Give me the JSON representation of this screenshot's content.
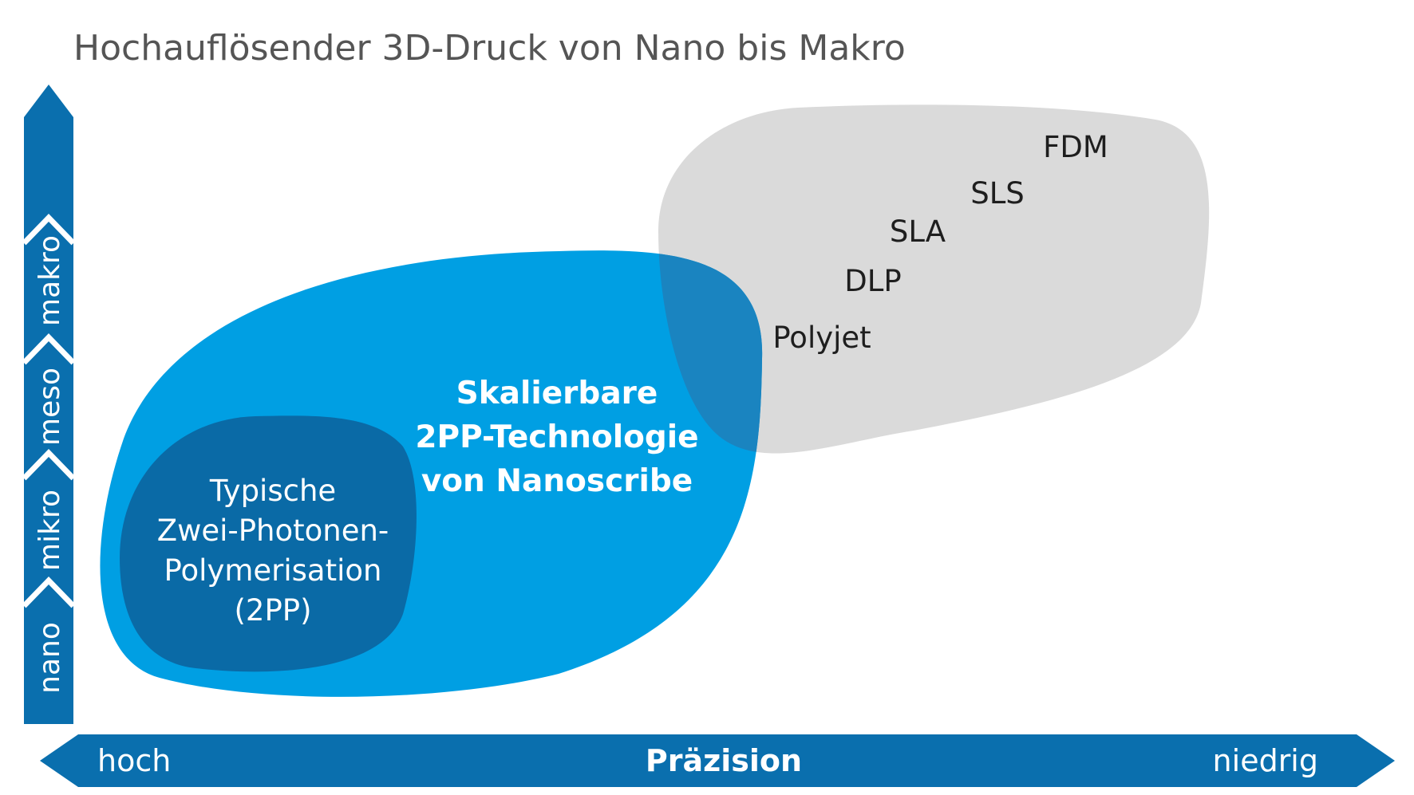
{
  "title": "Hochauflösender 3D-Druck von Nano bis Makro",
  "gray_region": {
    "technologies": [
      "FDM",
      "SLS",
      "SLA",
      "DLP",
      "Polyjet"
    ]
  },
  "scalable_region": {
    "lines": [
      "Skalierbare",
      "2PP-Technologie",
      "von Nanoscribe"
    ]
  },
  "typical_region": {
    "lines": [
      "Typische",
      "Zwei-Photonen-",
      "Polymerisation",
      "(2PP)"
    ]
  },
  "vertical_axis": {
    "labels": [
      "nano",
      "mikro",
      "meso",
      "makro"
    ]
  },
  "horizontal_axis": {
    "left": "hoch",
    "center": "Präzision",
    "right": "niedrig"
  },
  "colors": {
    "axis_blue": "#0a6fae",
    "bright_blue": "#009fe3",
    "dark_blue": "#0a6aa6",
    "gray": "#dadada",
    "overlap_blue": "#1a84c0"
  }
}
